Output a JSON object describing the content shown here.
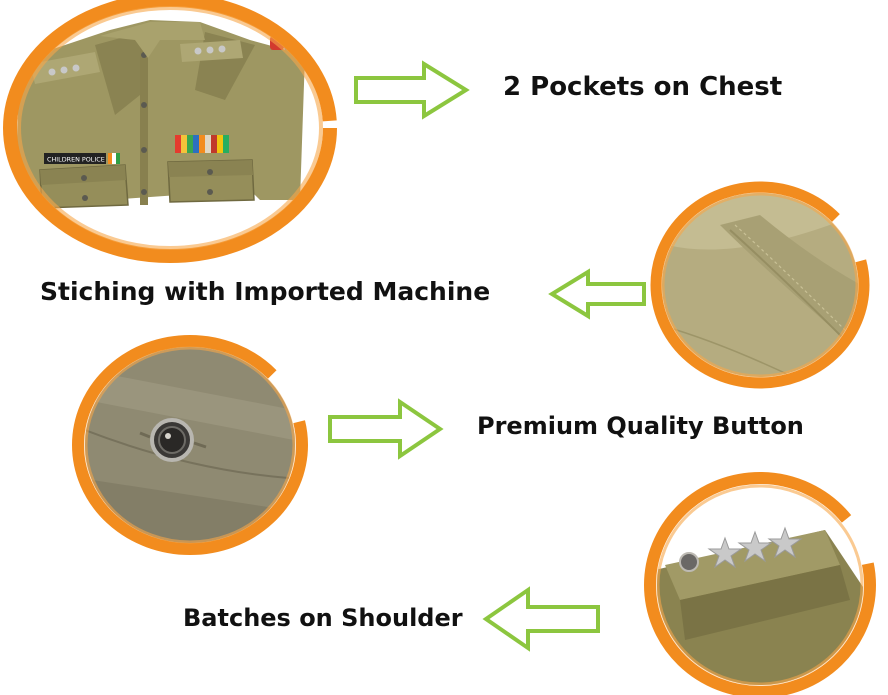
{
  "features": [
    {
      "label": "2 Pockets on Chest",
      "arrow_direction": "right",
      "subject": "uniform-shirt"
    },
    {
      "label": "Stiching with Imported Machine",
      "arrow_direction": "left",
      "subject": "fabric-stitching"
    },
    {
      "label": "Premium Quality Button",
      "arrow_direction": "right",
      "subject": "button"
    },
    {
      "label": "Batches on Shoulder",
      "arrow_direction": "left",
      "subject": "shoulder-stars"
    }
  ],
  "photo_texts": {
    "name_badge": "CHILDREN POLICE"
  },
  "colors": {
    "ring": "#f28c1e",
    "arrow_stroke": "#8cc63f",
    "arrow_fill": "#ffffff",
    "fabric": "#a19a62",
    "fabric_dark": "#7f7847",
    "label": "#111111"
  },
  "icons": {
    "arrow": "outline-block-arrow",
    "ring": "orange-brush-circle"
  }
}
